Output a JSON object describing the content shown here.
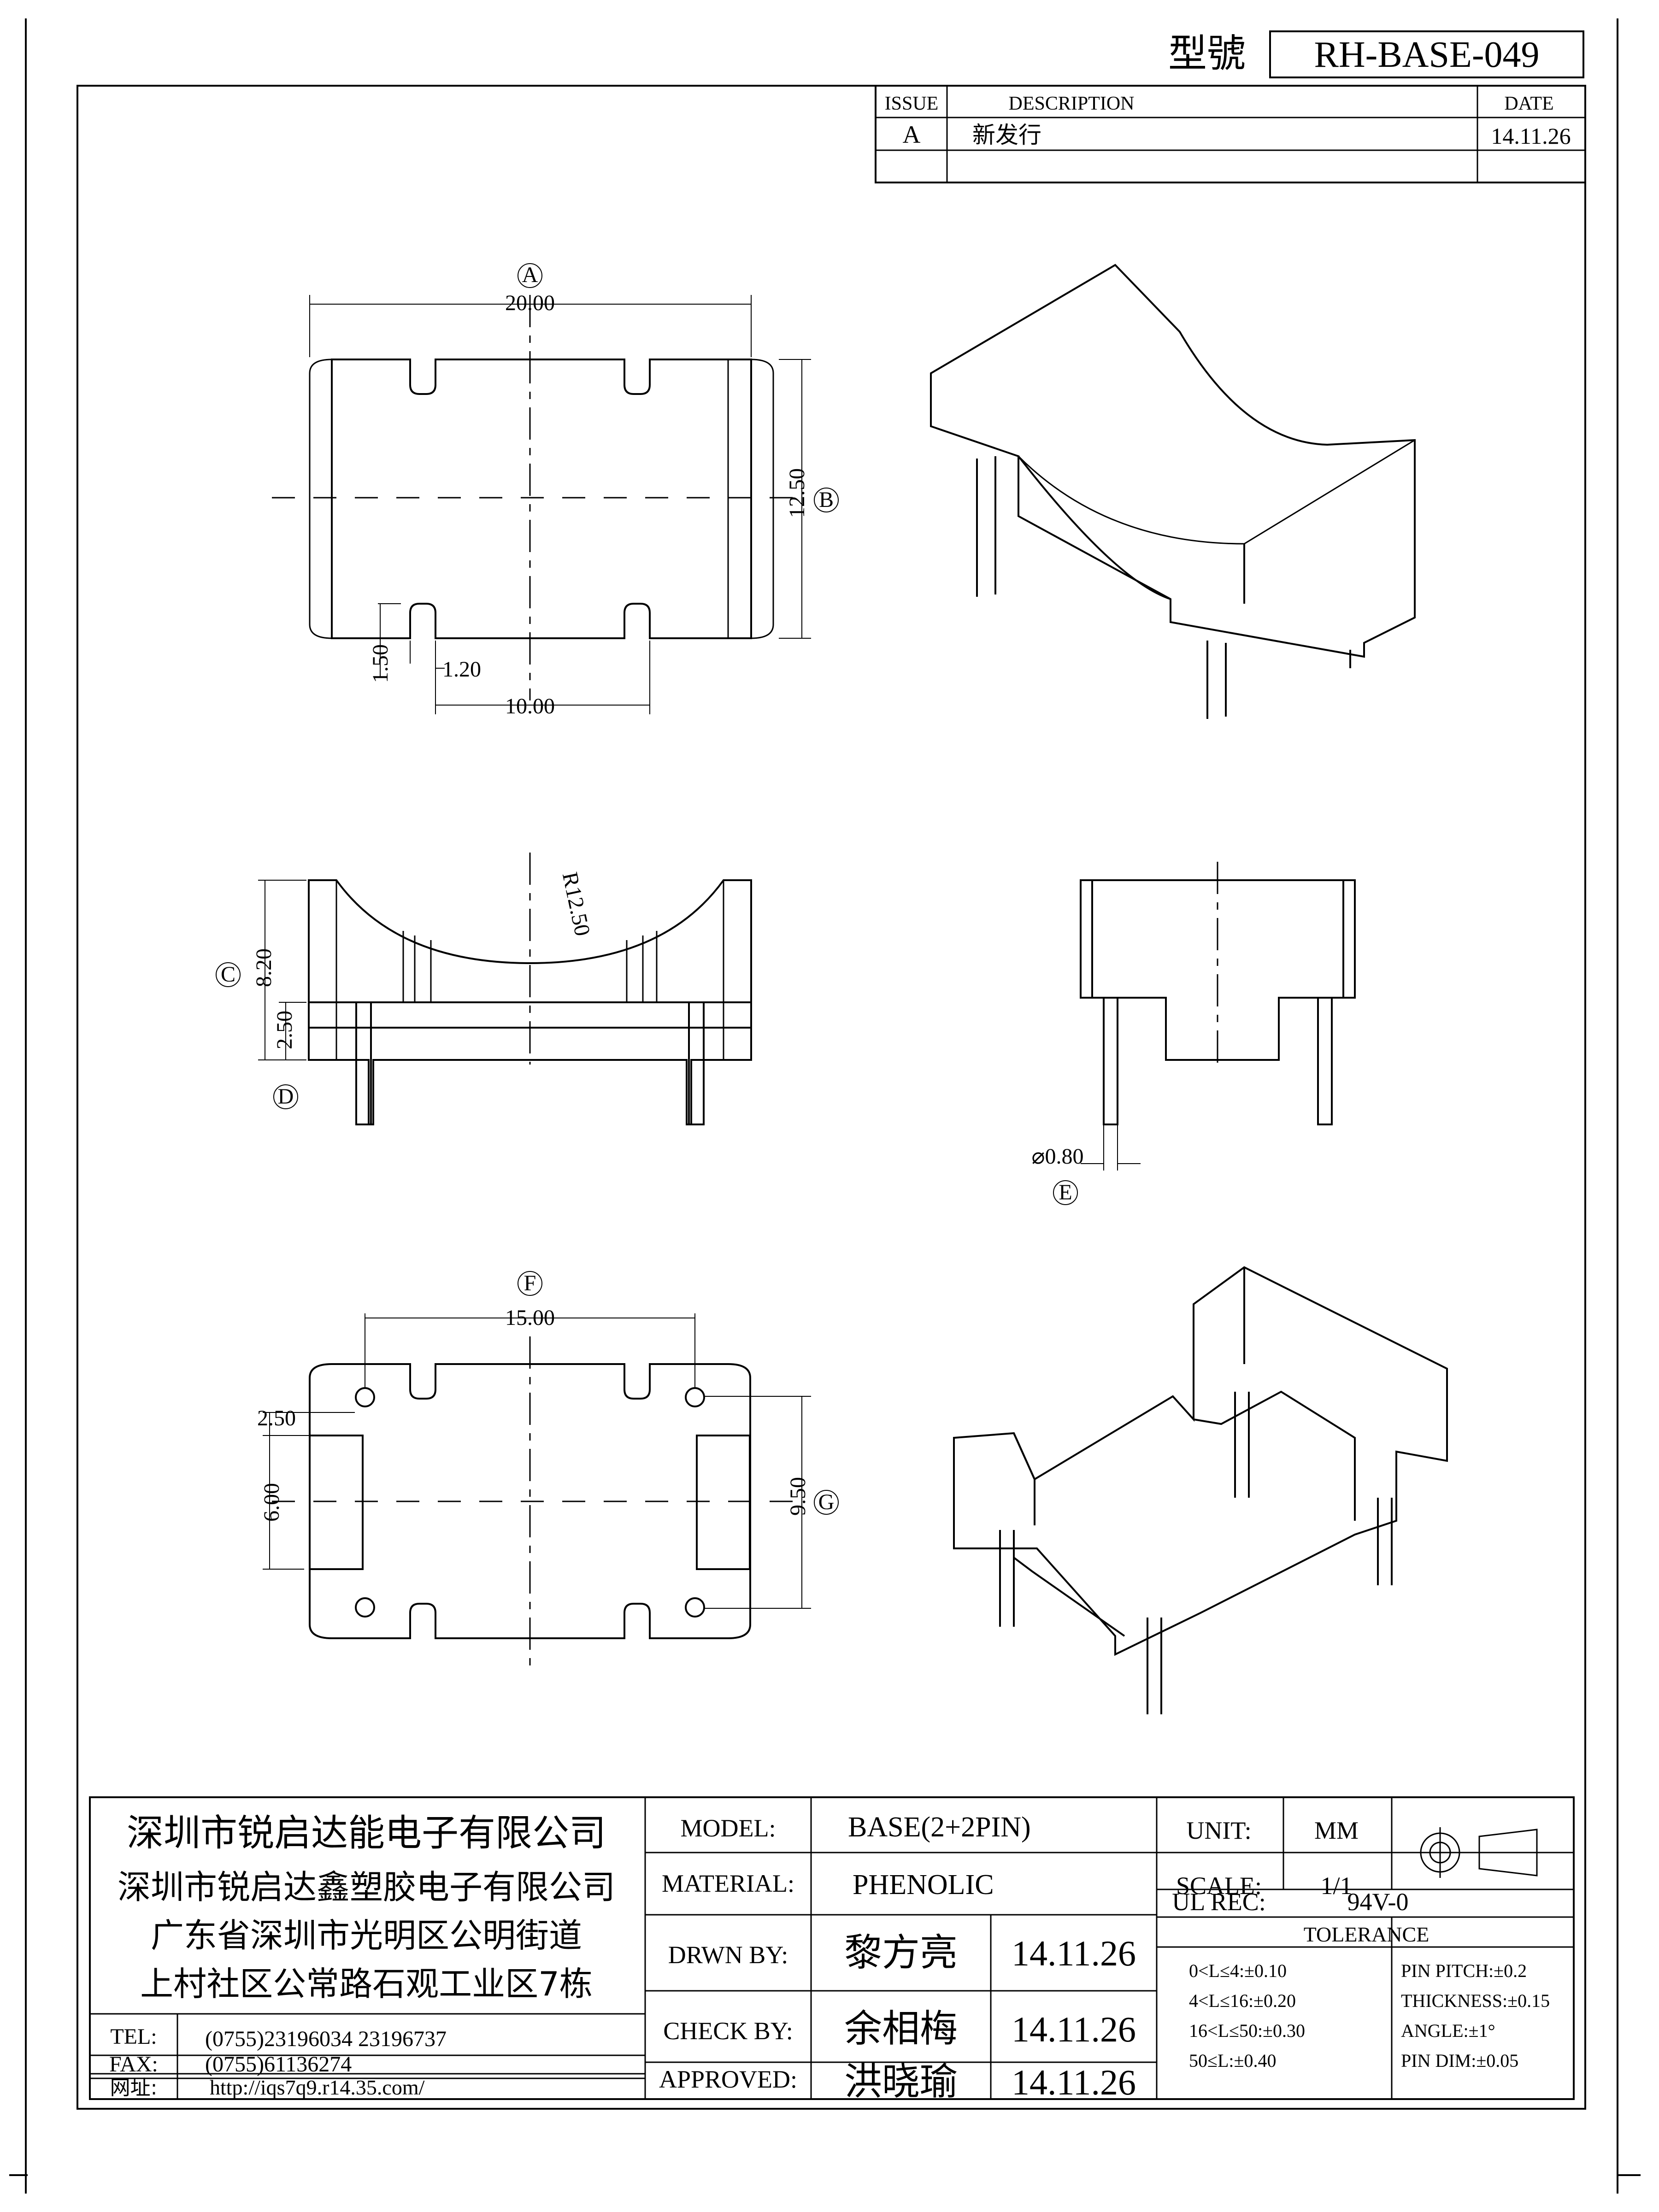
{
  "header": {
    "model_label": "型號",
    "model_no": "RH-BASE-049"
  },
  "revision_table": {
    "headers": [
      "ISSUE",
      "DESCRIPTION",
      "DATE"
    ],
    "rows": [
      {
        "issue": "A",
        "description": "新发行",
        "date": "14.11.26"
      }
    ]
  },
  "dimensions": {
    "top_view": {
      "width": "20.00",
      "width_tag": "A",
      "height": "12.50",
      "height_tag": "B",
      "slot_depth": "1.50",
      "slot_width": "1.20",
      "slot_pitch": "10.00"
    },
    "front_view": {
      "height": "8.20",
      "height_tag": "C",
      "leg_height": "2.50",
      "leg_tag": "D",
      "radius": "R12.50"
    },
    "side_view": {
      "pin_dia": "⌀0.80",
      "pin_tag": "E"
    },
    "bottom_view": {
      "pin_span": "15.00",
      "pin_span_tag": "F",
      "pin_offset": "2.50",
      "pad_height": "6.00",
      "pin_row": "9.50",
      "pin_row_tag": "G"
    }
  },
  "title_block": {
    "company": [
      "深圳市锐启达能电子有限公司",
      "深圳市锐启达鑫塑胶电子有限公司",
      "广东省深圳市光明区公明街道",
      "上村社区公常路石观工业区7栋"
    ],
    "tel_label": "TEL:",
    "tel": "(0755)23196034  23196737",
    "fax_label": "FAX:",
    "fax": "(0755)61136274",
    "web_label": "网址:",
    "web": "http://iqs7q9.r14.35.com/",
    "model_label": "MODEL:",
    "model": "BASE(2+2PIN)",
    "material_label": "MATERIAL:",
    "material": "PHENOLIC",
    "drawn_label": "DRWN BY:",
    "drawn_by": "黎方亮",
    "drawn_date": "14.11.26",
    "check_label": "CHECK BY:",
    "check_by": "余相梅",
    "check_date": "14.11.26",
    "approved_label": "APPROVED:",
    "approved_by": "洪晓瑜",
    "approved_date": "14.11.26",
    "unit_label": "UNIT:",
    "unit": "MM",
    "scale_label": "SCALE:",
    "scale": "1/1",
    "ul_label": "UL REC:",
    "ul": "94V-0",
    "tolerance_label": "TOLERANCE",
    "tol_length": [
      "0<L≤4:±0.10",
      "4<L≤16:±0.20",
      "16<L≤50:±0.30",
      "50≤L:±0.40"
    ],
    "tol_other": [
      "PIN PITCH:±0.2",
      "THICKNESS:±0.15",
      "ANGLE:±1°",
      "PIN DIM:±0.05"
    ]
  }
}
